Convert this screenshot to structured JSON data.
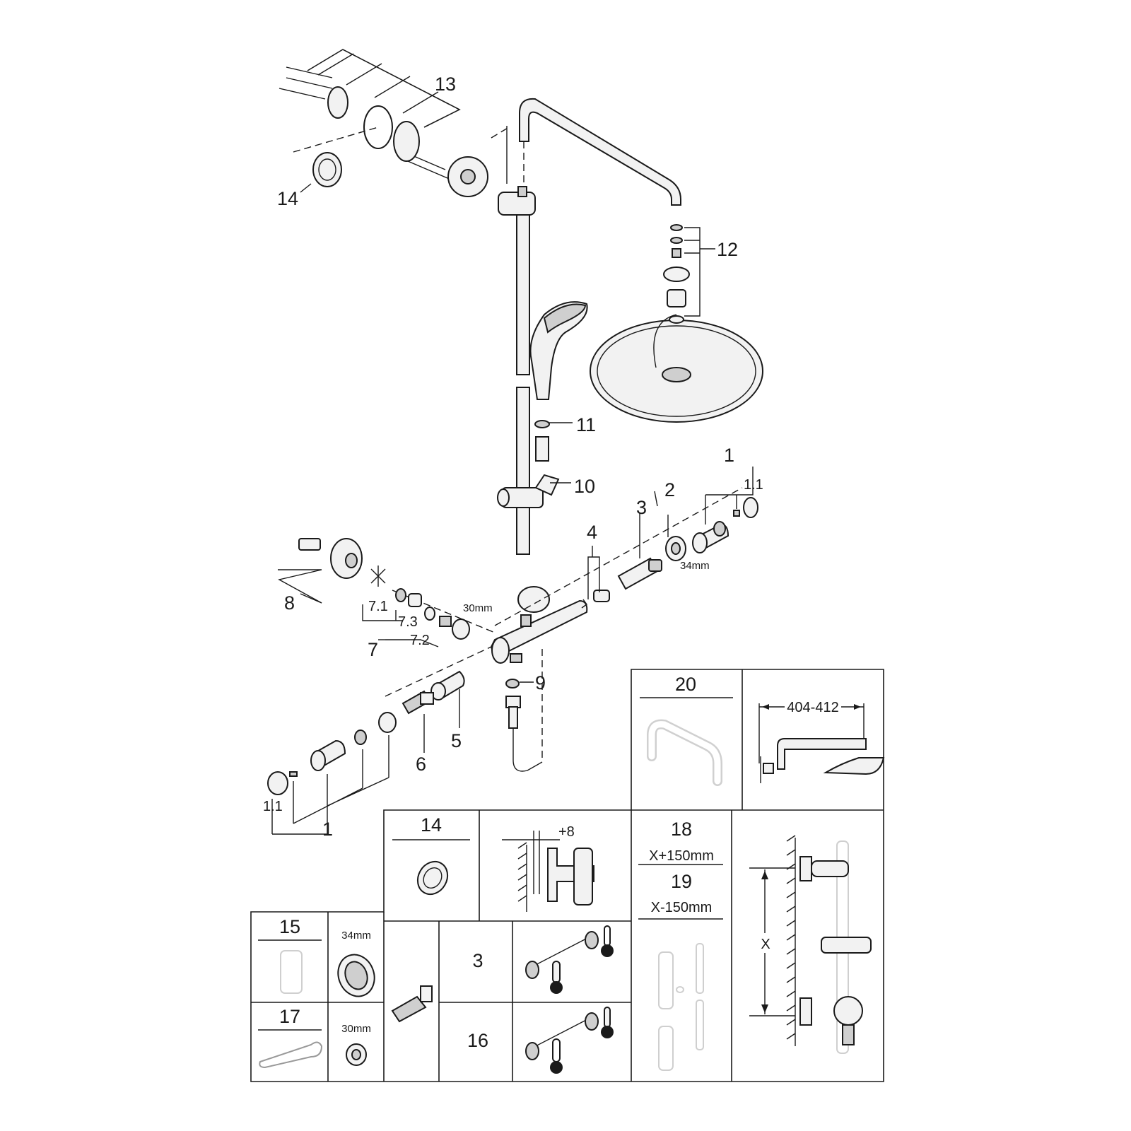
{
  "labels": {
    "p1_top": "1",
    "p1_1_top": "1.1",
    "p2": "2",
    "p3": "3",
    "p4": "4",
    "p5": "5",
    "p6": "6",
    "p7": "7",
    "p7_1": "7.1",
    "p7_2": "7.2",
    "p7_3": "7.3",
    "p8": "8",
    "p9": "9",
    "p10": "10",
    "p11": "11",
    "p12": "12",
    "p13": "13",
    "p14": "14",
    "p1_bottom": "1",
    "p1_1_bottom": "1.1",
    "dim_34mm": "34mm",
    "dim_30mm": "30mm"
  },
  "panels": {
    "p20_num": "20",
    "p20_dim": "404-412",
    "p14_num": "14",
    "p14_offset": "+8",
    "p18_num": "18",
    "p18_dim": "X+150mm",
    "p19_num": "19",
    "p19_dim": "X-150mm",
    "x_label": "X",
    "p15_num": "15",
    "p15_dim": "34mm",
    "p17_num": "17",
    "p17_dim": "30mm",
    "p3_num": "3",
    "p16_num": "16"
  }
}
